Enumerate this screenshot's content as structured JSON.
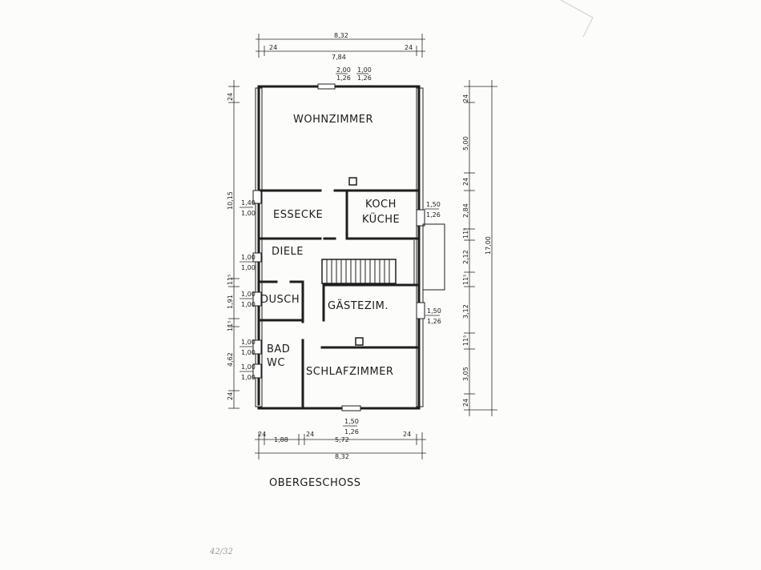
{
  "plan": {
    "title": "OBERGESCHOSS",
    "rooms": {
      "wohnzimmer": "WOHNZIMMER",
      "essecke": "ESSECKE",
      "koch": "KOCH",
      "kueche": "KÜCHE",
      "diele": "DIELE",
      "dusch": "DUSCH",
      "gaestezim": "GÄSTEZIM.",
      "bad": "BAD",
      "wc": "WC",
      "schlafzimmer": "SCHLAFZIMMER"
    },
    "dims_top": {
      "total": "8,32",
      "left_wall": "24",
      "inner": "7,84",
      "right_wall": "24",
      "window_a_top": "2,00",
      "window_a_bottom": "1,26",
      "window_b_top": "1,00",
      "window_b_bottom": "1,26"
    },
    "dims_left": {
      "top_wall": "24",
      "upper_total": "10,15",
      "stair_rise": "11⁵",
      "bath_height": "1,91",
      "lower_rise": "11⁵",
      "lower_total": "4,62",
      "bottom_wall": "24"
    },
    "dims_right": {
      "top_wall": "24",
      "wohn": "5,00",
      "wall2": "24",
      "koch": "2,84",
      "rise1": "11⁵",
      "diele": "2,12",
      "rise2": "11⁵",
      "gaeste": "3,12",
      "rise3": "11⁵",
      "schlaf": "3,05",
      "bottom_wall": "24",
      "total": "17,00"
    },
    "openings": {
      "essecke_top": "1,40",
      "essecke_bottom": "1,00",
      "diele_top": "1,00",
      "diele_bottom": "1,00",
      "dusch_top": "1,00",
      "dusch_bottom": "1,00",
      "bad_top": "1,00",
      "bad_bottom": "1,00",
      "wc_top": "1,00",
      "wc_bottom": "1,00",
      "kueche_top": "1,50",
      "kueche_bottom": "1,26",
      "gaeste_top": "1,50",
      "gaeste_bottom": "1,26",
      "schlaf_top": "1,50",
      "schlaf_bottom": "1,26"
    },
    "dims_bottom": {
      "left_wall": "24",
      "bad": "1,88",
      "mid_wall": "24",
      "schlaf": "5,72",
      "right_wall": "24",
      "total": "8,32"
    },
    "corner_note": "42/32"
  }
}
